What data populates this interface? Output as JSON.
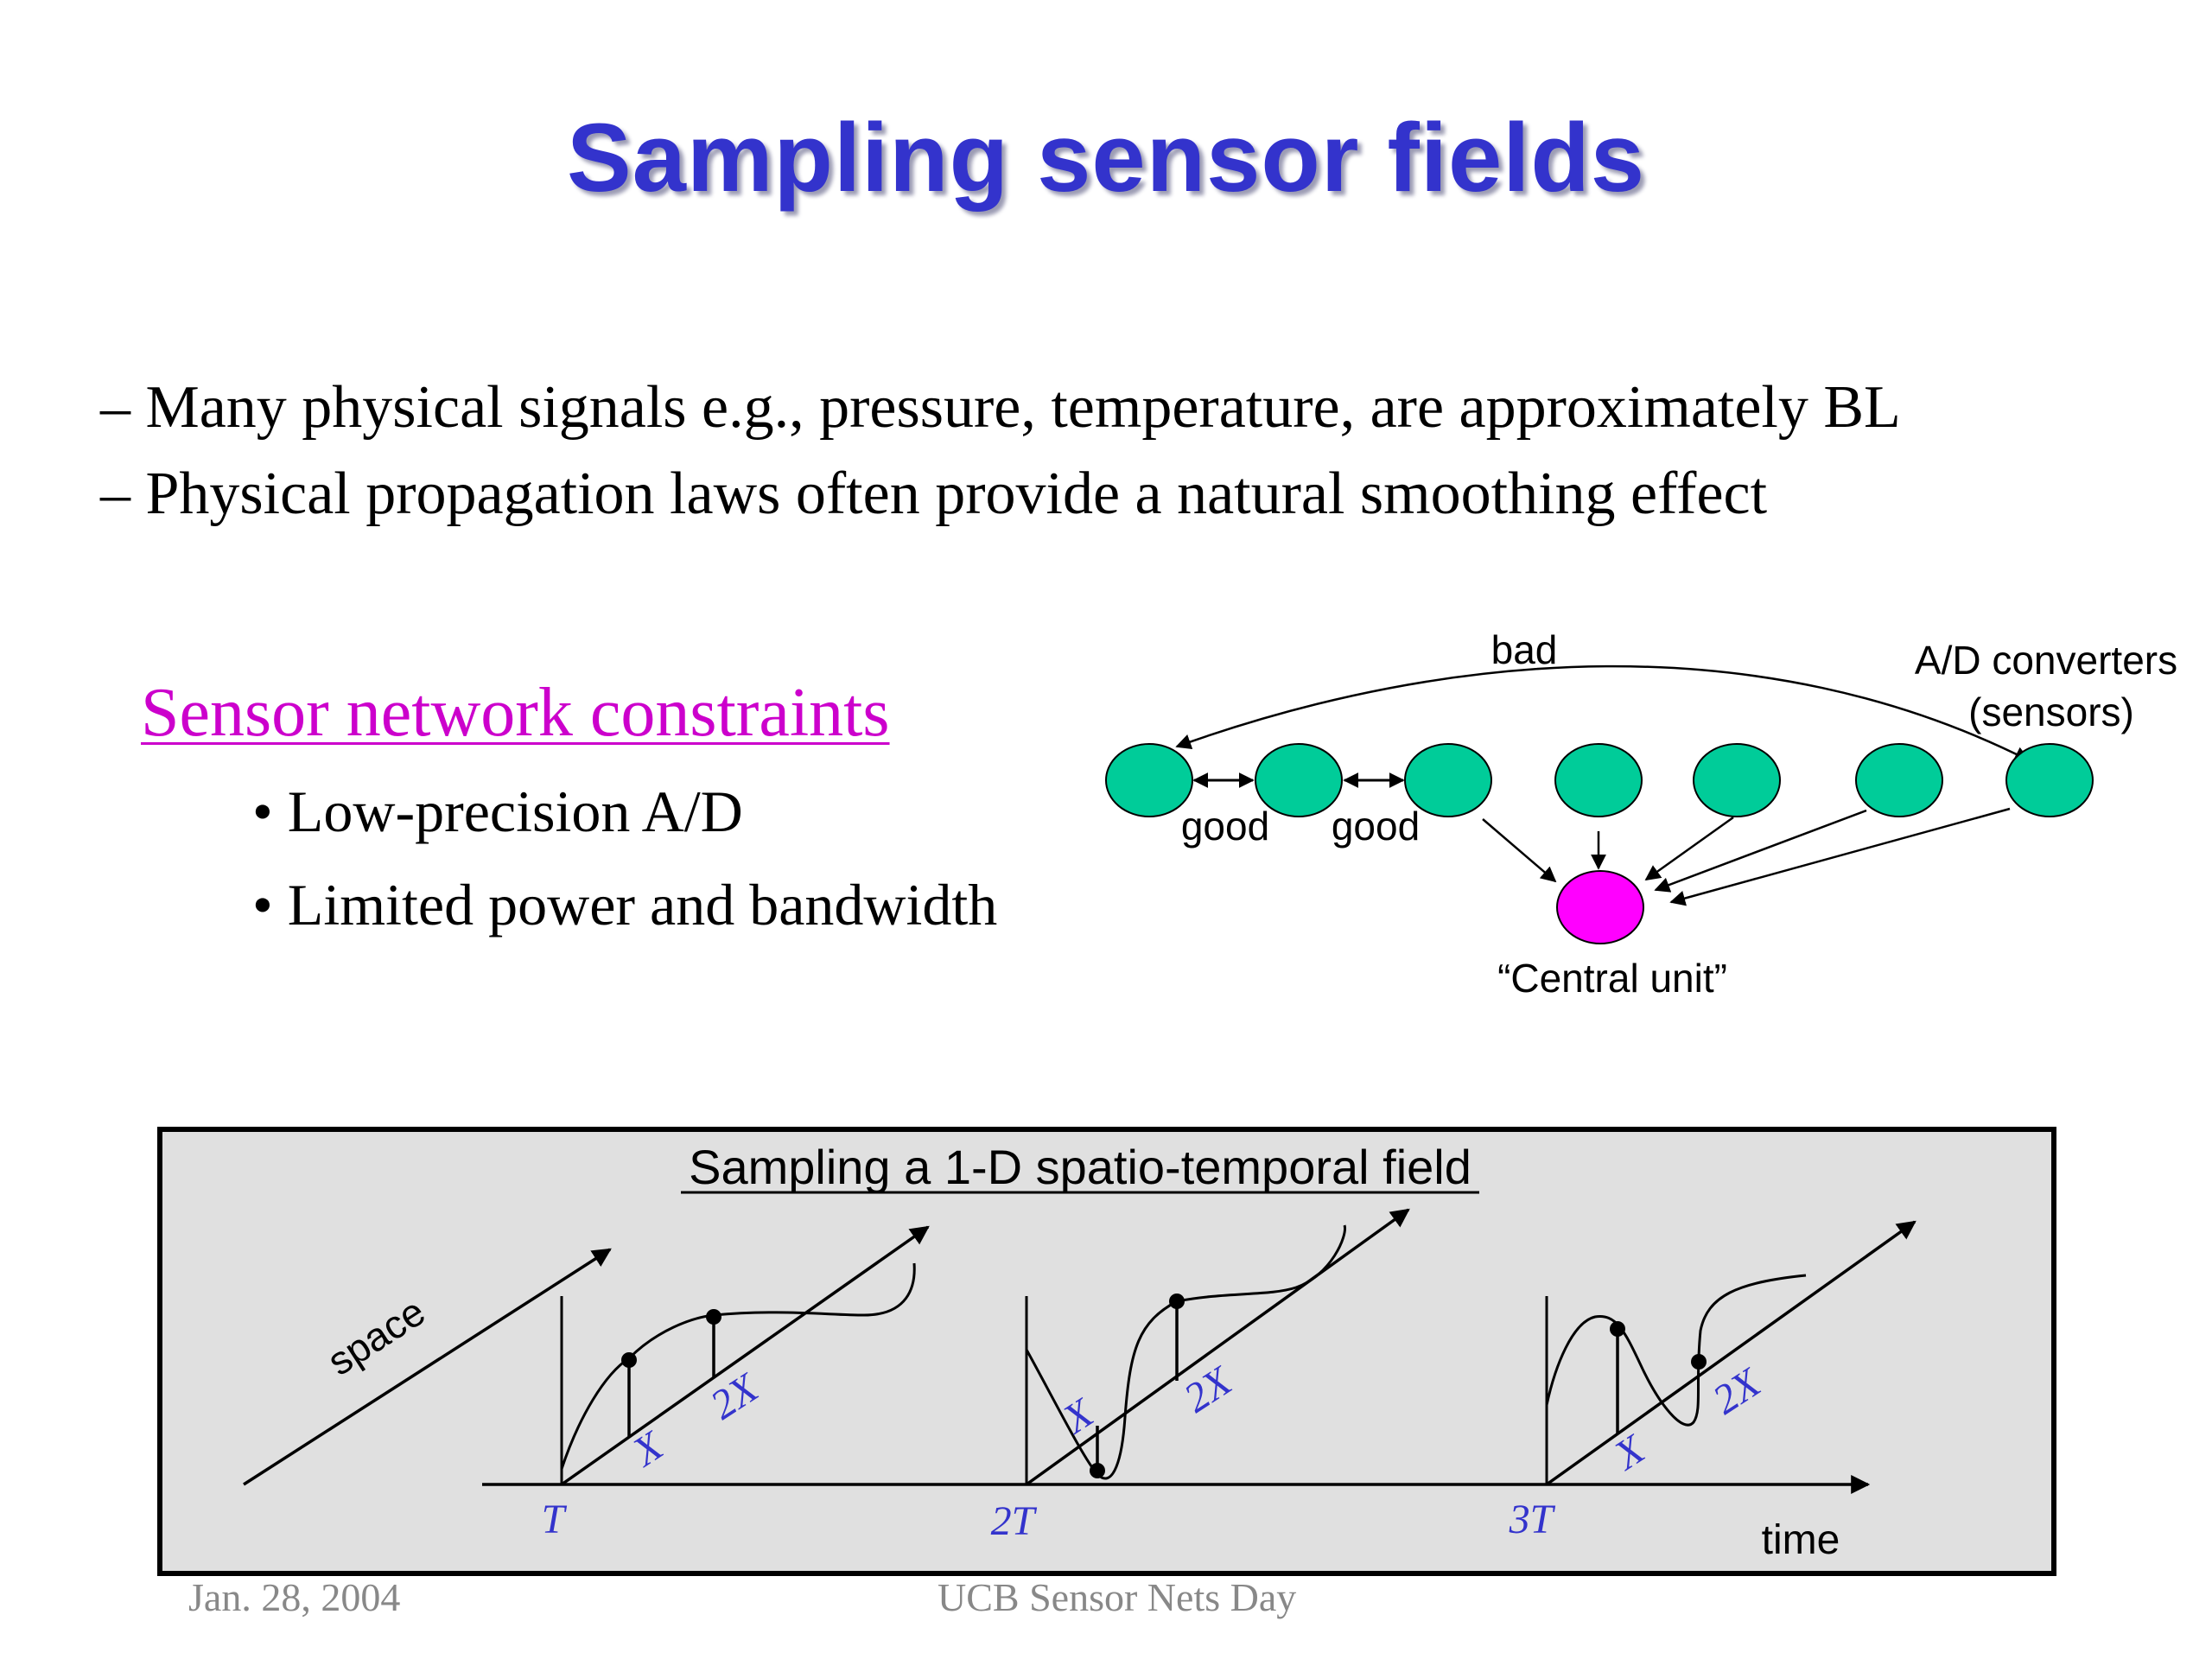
{
  "slide": {
    "title": "Sampling sensor fields",
    "points": [
      "– Many physical signals e.g., pressure, temperature, are approximately BL",
      "– Physical propagation laws often provide a natural smoothing effect"
    ],
    "constraints": {
      "heading": "Sensor network constraints",
      "items": [
        "• Low-precision A/D",
        "• Limited power and bandwidth"
      ]
    },
    "network_diagram": {
      "sensor_label_line1": "A/D converters",
      "sensor_label_line2": "(sensors)",
      "bad_label": "bad",
      "good_label_1": "good",
      "good_label_2": "good",
      "central_label": "“Central unit”",
      "sensor_color": "#00cc99",
      "central_color": "#ff00ff",
      "sensor_count": 7
    },
    "field_diagram": {
      "title": "Sampling a 1-D spatio-temporal field",
      "space_label": "space",
      "time_label": "time",
      "time_ticks": [
        "T",
        "2T",
        "3T"
      ],
      "space_ticks": [
        "X",
        "2X"
      ],
      "box_fill": "#e0e0e0",
      "tick_color": "#3333cc"
    },
    "footer": {
      "date": "Jan. 28, 2004",
      "event": "UCB Sensor Nets Day"
    }
  }
}
